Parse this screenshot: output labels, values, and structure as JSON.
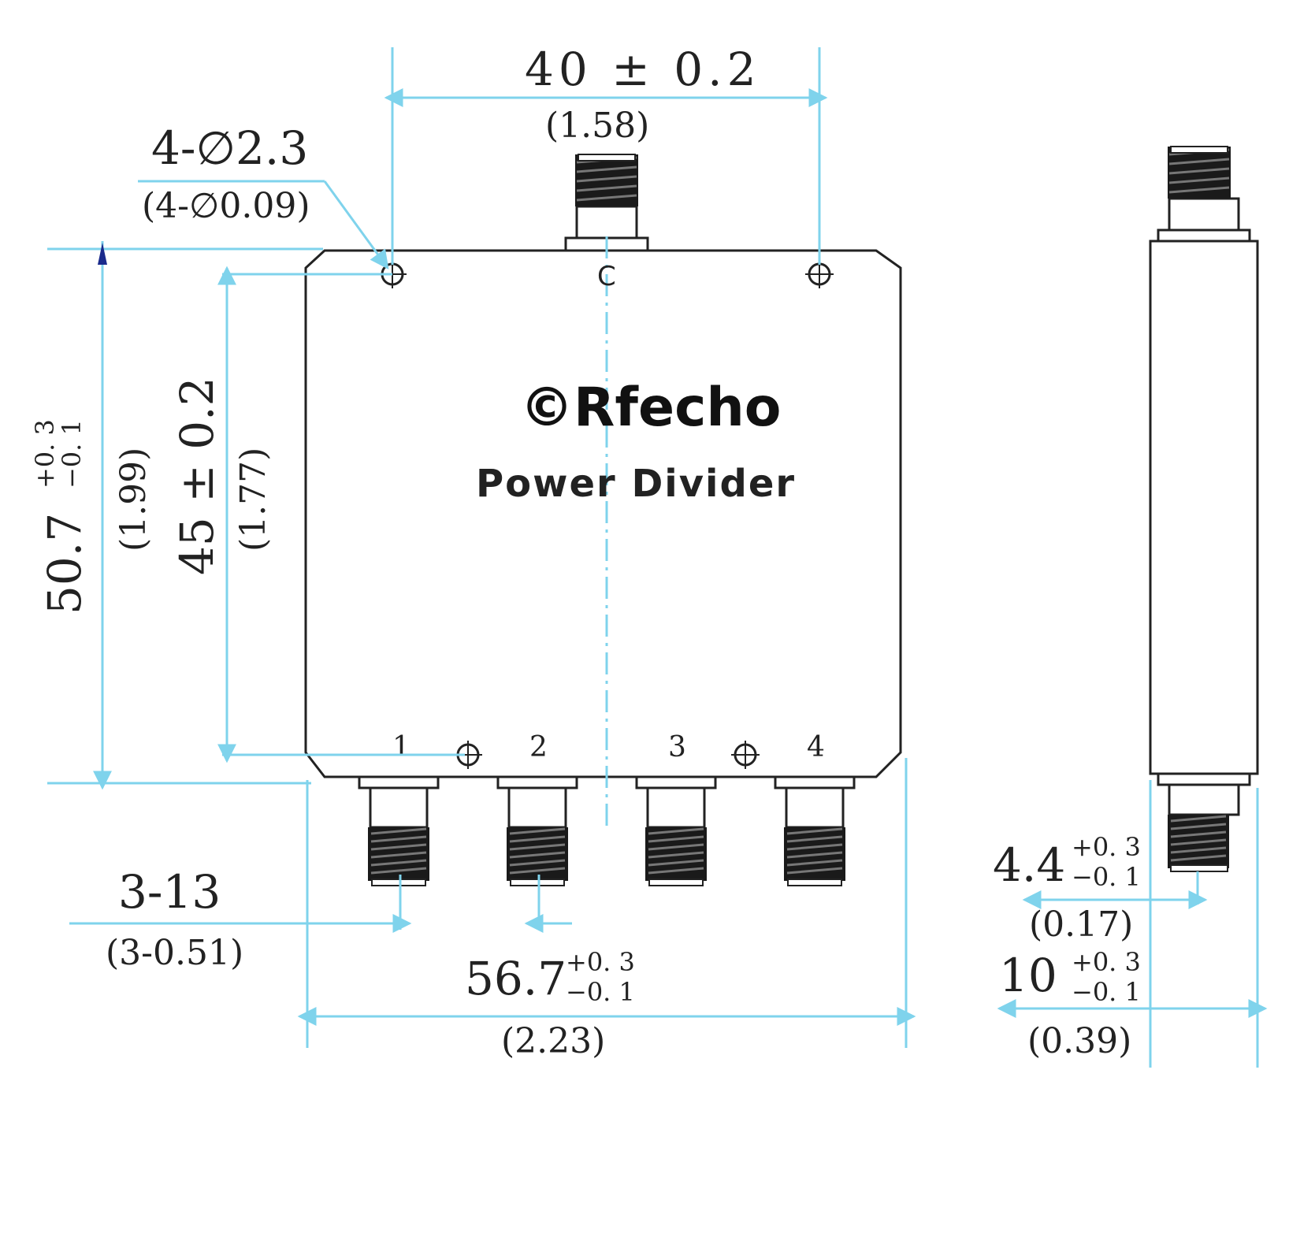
{
  "brand": {
    "name": "©Rfecho",
    "product_title": "Power Divider"
  },
  "ports": {
    "common": "C",
    "outputs": [
      "1",
      "2",
      "3",
      "4"
    ]
  },
  "dimensions": {
    "hole_spacing_h": {
      "value": "40 ± 0.2",
      "inch": "(1.58)"
    },
    "mount_holes": {
      "value": "4-∅2.3",
      "inch": "(4-∅0.09)"
    },
    "overall_height": {
      "value": "50.7",
      "tol_plus": "+0. 3",
      "tol_minus": "−0. 1",
      "inch": "(1.99)"
    },
    "hole_spacing_v": {
      "value": "45 ± 0.2",
      "inch": "(1.77)"
    },
    "port_pitch": {
      "value": "3-13",
      "inch": "(3-0.51)"
    },
    "overall_width": {
      "value": "56.7",
      "tol_plus": "+0. 3",
      "tol_minus": "−0. 1",
      "inch": "(2.23)"
    },
    "connector_offset": {
      "value": "4.4",
      "tol_plus": "+0. 3",
      "tol_minus": "−0. 1",
      "inch": "(0.17)"
    },
    "thickness": {
      "value": "10",
      "tol_plus": "+0. 3",
      "tol_minus": "−0. 1",
      "inch": "(0.39)"
    }
  },
  "colors": {
    "dimension_line": "#7fd3ec",
    "outline": "#222222",
    "arrow_accent": "#1a2a8c"
  }
}
